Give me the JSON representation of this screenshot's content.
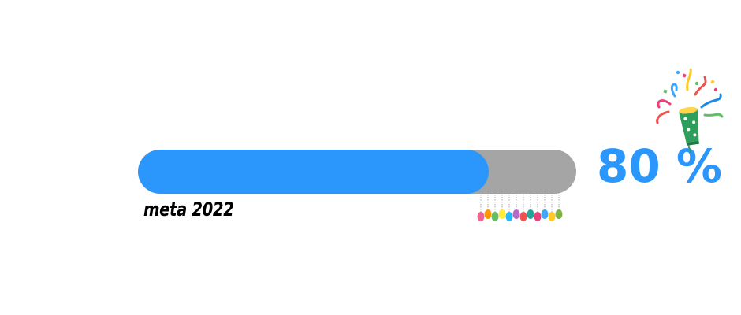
{
  "progress": {
    "value_percent": 80,
    "label": "80 %",
    "caption": "meta 2022",
    "fill_color": "#2b97fc",
    "track_color": "#a5a5a5"
  },
  "decorations": {
    "garland_icon": "egg-garland-icon",
    "popper_icon": "party-popper-icon"
  }
}
